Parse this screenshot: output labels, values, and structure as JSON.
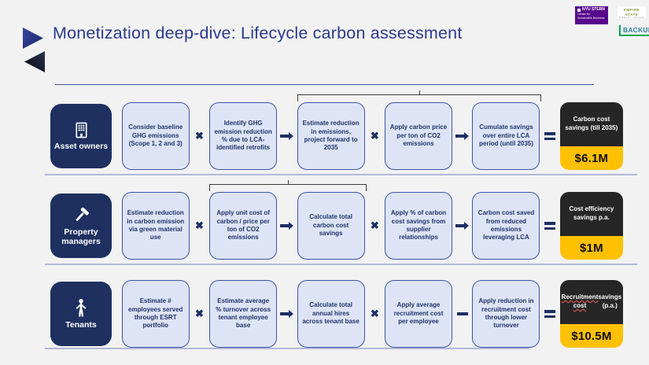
{
  "slide": {
    "title": "Monetization deep-dive: Lifecycle carbon assessment",
    "background_color": "#f2f2f3"
  },
  "colors": {
    "navy_dark": "#1e3060",
    "title_navy": "#2c3a8c",
    "box_fill": "#dde4f6",
    "box_border": "#3c55a4",
    "box_text": "#1f3368",
    "operator": "#1e2f63",
    "result_dark": "#262626",
    "result_yellow": "#ffc000",
    "separator": "#b2b8d8",
    "nyu_purple": "#57068c",
    "esrt_olive": "#8a9a33",
    "backup_teal": "#2e7f9e",
    "backup_green": "#00a651"
  },
  "logos": {
    "triangles_icon": "double-triangle-logo",
    "nyu": {
      "line1": "NYU STERN",
      "line2": "Center for",
      "line3": "Sustainable Business"
    },
    "esrt": {
      "line1": "EMPIRE STATE",
      "line2": "REALTY TRUST"
    },
    "backup_label": "BACKUP"
  },
  "rows": [
    {
      "persona": {
        "label": "Asset owners",
        "icon": "building"
      },
      "boxes": [
        "Consider baseline GHG emissions (Scope 1, 2 and 3)",
        "Identify GHG emission reduction % due to LCA-identified retrofits",
        "Estimate reduction in emissions, project forward to 2035",
        "Apply carbon price per ton of CO2 emissions",
        "Cumulate savings over entire LCA period (until 2035)"
      ],
      "ops": [
        "multiply",
        "arrow",
        "multiply",
        "arrow"
      ],
      "bracket": {
        "from": 2,
        "to": 4
      },
      "result": {
        "label_parts": [
          {
            "text": "Carbon cost savings (till 2035)",
            "underline": false
          }
        ],
        "value": "$6.1M"
      }
    },
    {
      "persona": {
        "label": "Property managers",
        "icon": "hammer"
      },
      "boxes": [
        "Estimate reduction in carbon emission via green material use",
        "Apply unit cost of carbon / price per ton of CO2 emissions",
        "Calculate total carbon cost savings",
        "Apply % of carbon cost savings from supplier relationships",
        "Carbon cost saved from reduced emissions leveraging LCA"
      ],
      "ops": [
        "multiply",
        "arrow",
        "multiply",
        "arrow"
      ],
      "bracket": {
        "from": 1,
        "to": 2
      },
      "result": {
        "label_parts": [
          {
            "text": "Cost efficiency savings p.a.",
            "underline": false
          }
        ],
        "value": "$1M"
      }
    },
    {
      "persona": {
        "label": "Tenants",
        "icon": "person"
      },
      "boxes": [
        "Estimate # employees served through ESRT portfolio",
        "Estimate average % turnover across tenant employee base",
        "Calculate total annual hires across tenant base",
        "Apply average recruitment cost per employee",
        "Apply reduction in recruitment cost through lower turnover"
      ],
      "ops": [
        "multiply",
        "arrow",
        "multiply",
        "minus"
      ],
      "bracket": null,
      "result": {
        "label_parts": [
          {
            "text": "Recruitment cost",
            "underline": true
          },
          {
            "text": " savings (p.a.)",
            "underline": false
          }
        ],
        "value": "$10.5M"
      }
    }
  ]
}
